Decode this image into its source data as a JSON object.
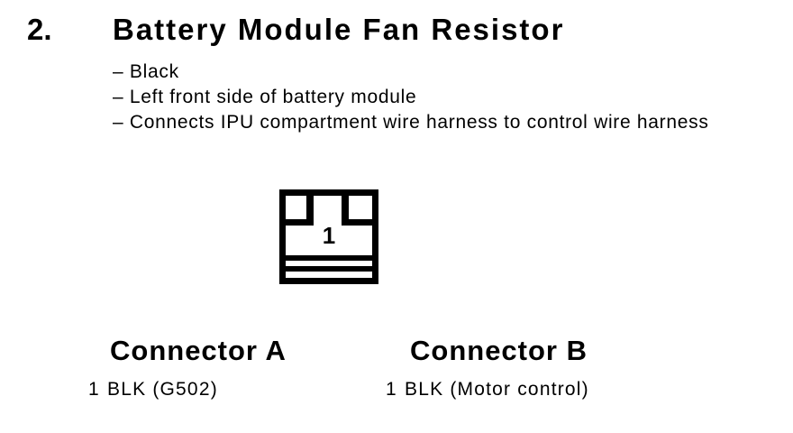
{
  "colors": {
    "background": "#ffffff",
    "ink": "#000000"
  },
  "section": {
    "number": "2.",
    "title": "Battery Module Fan Resistor"
  },
  "bullets": [
    "– Black",
    "– Left front side of battery module",
    "– Connects IPU compartment wire harness to control wire harness"
  ],
  "diagram": {
    "pin_label": "1"
  },
  "connectors": [
    {
      "name": "Connector A",
      "pins": [
        {
          "pin": "1",
          "label": "BLK (G502)"
        }
      ]
    },
    {
      "name": "Connector B",
      "pins": [
        {
          "pin": "1",
          "label": "BLK (Motor control)"
        }
      ]
    }
  ]
}
